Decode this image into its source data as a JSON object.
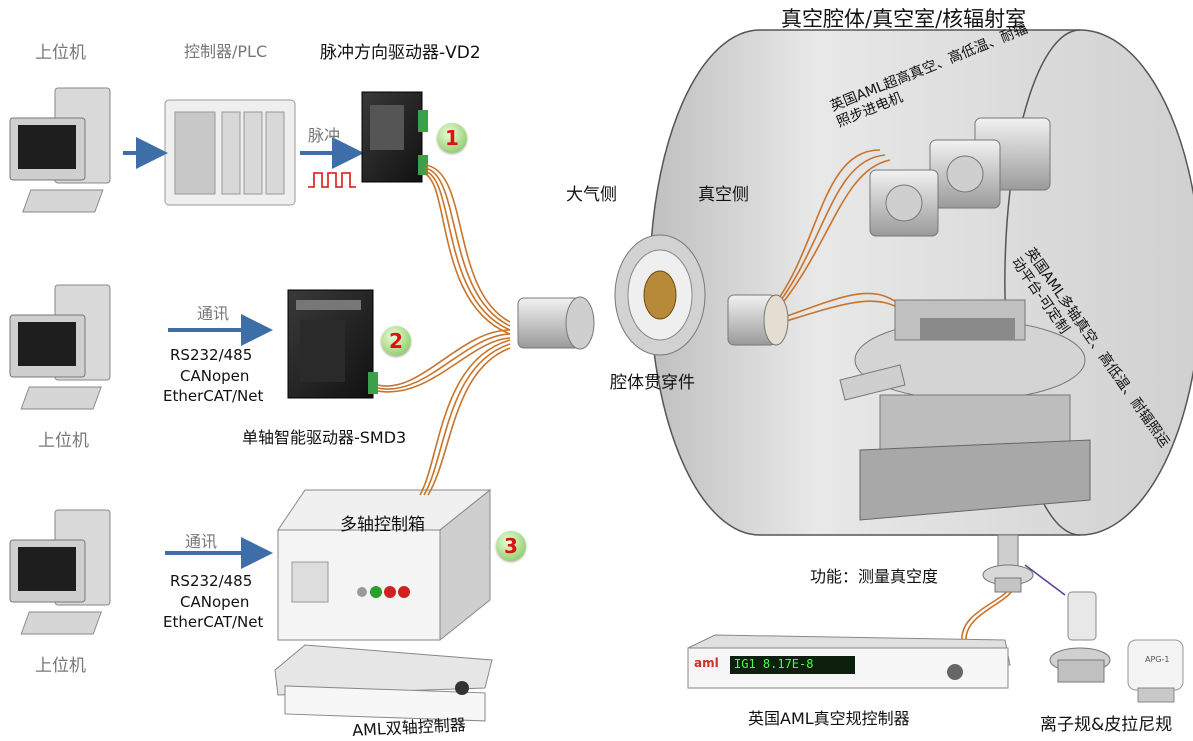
{
  "title": "真空腔体/真空室/核辐射室",
  "left": {
    "host_pc_1": "上位机",
    "host_pc_2": "上位机",
    "host_pc_3": "上位机",
    "plc": "控制器/PLC",
    "vd2": "脉冲方向驱动器-VD2",
    "pulse": "脉冲",
    "comm_2": "通讯",
    "comm_3": "通讯",
    "proto_2": [
      "RS232/485",
      "CANopen",
      "EtherCAT/Net"
    ],
    "proto_3": [
      "RS232/485",
      "CANopen",
      "EtherCAT/Net"
    ],
    "smd3": "单轴智能驱动器-SMD3",
    "multi_box": "多轴控制箱",
    "aml_dual": "AML双轴控制器"
  },
  "badges": [
    "1",
    "2",
    "3"
  ],
  "middle": {
    "atm_side": "大气侧",
    "vac_side": "真空侧",
    "feedthrough": "腔体贯穿件"
  },
  "chamber": {
    "motors": "英国AML超高真空、高低温、耐辐照步进电机",
    "stage": "英国AML多轴真空、高低温、耐辐照运动平台-可定制"
  },
  "gauge": {
    "function": "功能：测量真空度",
    "controller": "英国AML真空规控制器",
    "gauges": "离子规&皮拉尼规",
    "display": "IG1  8.17E-8",
    "brand": "aml",
    "apg": "APG-1"
  },
  "colors": {
    "arrow": "#3d6ea8",
    "cable": "#c8742a",
    "chamber": "#d9d9d9"
  }
}
